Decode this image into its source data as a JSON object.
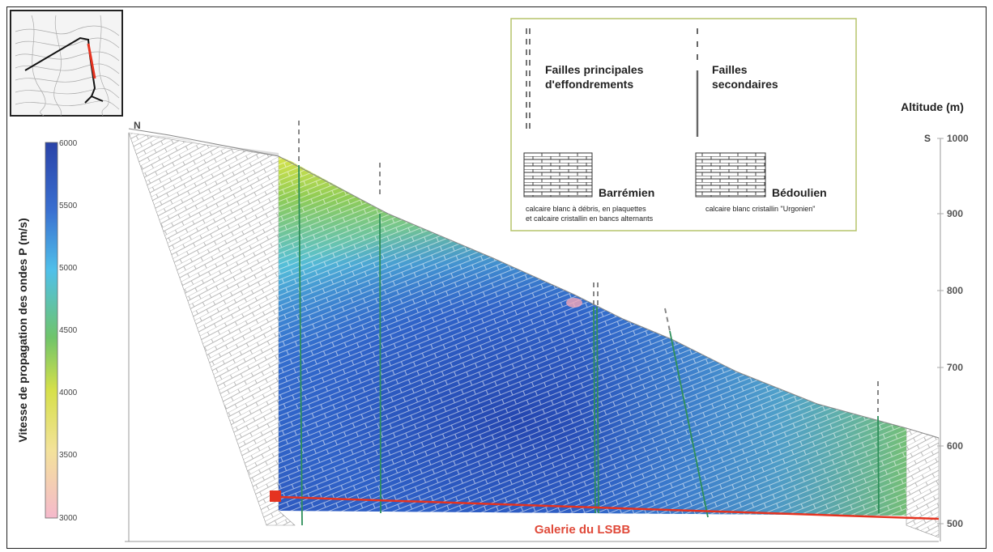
{
  "colorbar": {
    "title": "Vitesse de propagation des ondes P (m/s)",
    "ticks": [
      "6000",
      "5500",
      "5000",
      "4500",
      "4000",
      "3500",
      "3000"
    ],
    "colors": [
      "#2b4fb3",
      "#3a6fd0",
      "#4fb8e8",
      "#6cc070",
      "#d8df4a",
      "#f2d87a",
      "#f4b6c6"
    ]
  },
  "axis": {
    "title": "Altitude (m)",
    "ticks": [
      "1000",
      "900",
      "800",
      "700",
      "600",
      "500"
    ]
  },
  "labels": {
    "north": "N",
    "south": "S",
    "gallery": "Galerie du LSBB"
  },
  "legend": {
    "faults_main": [
      "Failles principales",
      "d'effondrements"
    ],
    "faults_secondary": [
      "Failles",
      "secondaires"
    ],
    "barremien": {
      "name": "Barrémien",
      "desc": [
        "calcaire blanc à débris, en plaquettes",
        "et calcaire cristallin en bancs alternants"
      ]
    },
    "bedoulien": {
      "name": "Bédoulien",
      "desc": [
        "calcaire blanc cristallin \"Urgonien\""
      ]
    }
  },
  "colors": {
    "gallery_line": "#e53320",
    "gallery_label": "#e04a3a",
    "fault": "#2e8f5a"
  }
}
